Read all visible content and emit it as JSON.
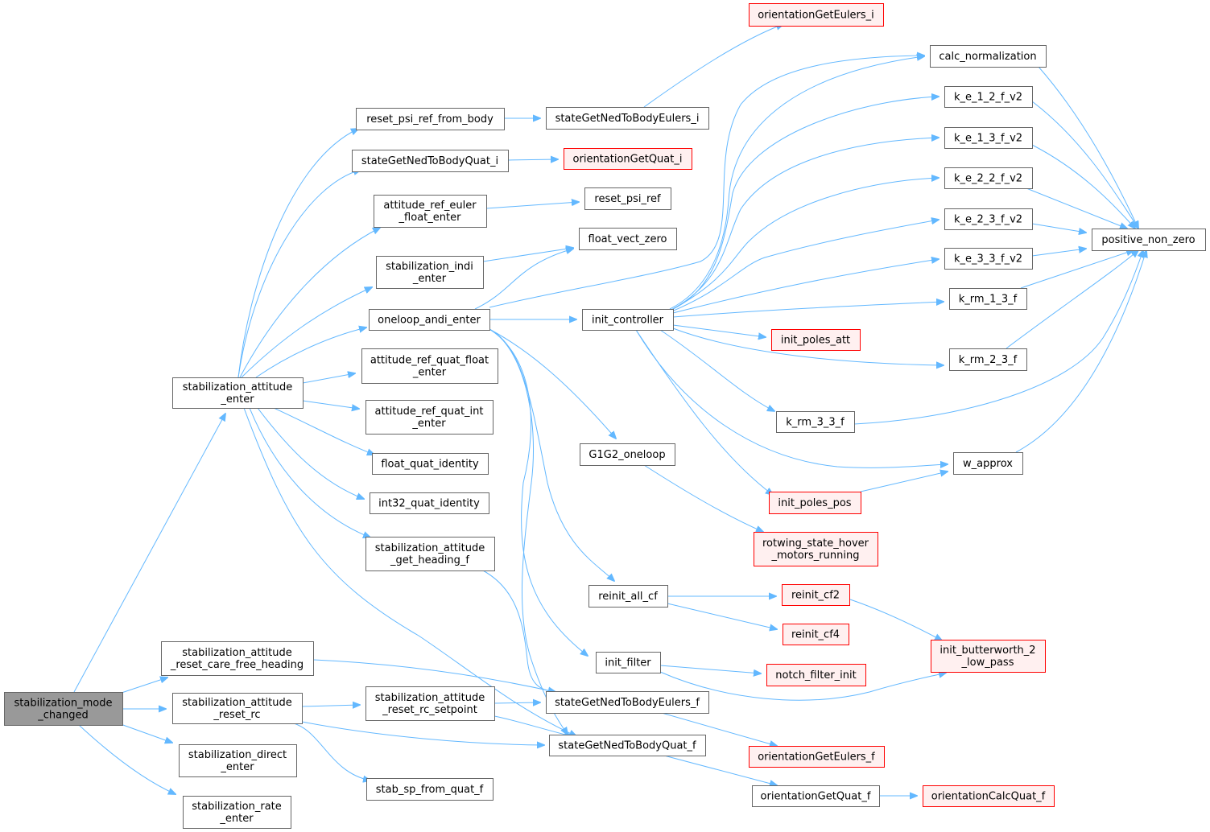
{
  "nodes": [
    {
      "id": "n0",
      "lines": [
        "stabilization_mode",
        "_changed"
      ],
      "style": "root"
    },
    {
      "id": "n1",
      "lines": [
        "stabilization_attitude",
        "_enter"
      ],
      "style": "normal"
    },
    {
      "id": "n2",
      "lines": [
        "stabilization_attitude",
        "_reset_care_free_heading"
      ],
      "style": "normal"
    },
    {
      "id": "n3",
      "lines": [
        "stabilization_attitude",
        "_reset_rc"
      ],
      "style": "normal"
    },
    {
      "id": "n4",
      "lines": [
        "stabilization_direct",
        "_enter"
      ],
      "style": "normal"
    },
    {
      "id": "n5",
      "lines": [
        "stabilization_rate",
        "_enter"
      ],
      "style": "normal"
    },
    {
      "id": "n6",
      "lines": [
        "reset_psi_ref_from_body"
      ],
      "style": "normal"
    },
    {
      "id": "n7",
      "lines": [
        "stateGetNedToBodyQuat_i"
      ],
      "style": "normal"
    },
    {
      "id": "n8",
      "lines": [
        "attitude_ref_euler",
        "_float_enter"
      ],
      "style": "normal"
    },
    {
      "id": "n9",
      "lines": [
        "stabilization_indi",
        "_enter"
      ],
      "style": "normal"
    },
    {
      "id": "n10",
      "lines": [
        "oneloop_andi_enter"
      ],
      "style": "normal"
    },
    {
      "id": "n11",
      "lines": [
        "attitude_ref_quat_float",
        "_enter"
      ],
      "style": "normal"
    },
    {
      "id": "n12",
      "lines": [
        "attitude_ref_quat_int",
        "_enter"
      ],
      "style": "normal"
    },
    {
      "id": "n13",
      "lines": [
        "float_quat_identity"
      ],
      "style": "normal"
    },
    {
      "id": "n14",
      "lines": [
        "int32_quat_identity"
      ],
      "style": "normal"
    },
    {
      "id": "n15",
      "lines": [
        "stabilization_attitude",
        "_get_heading_f"
      ],
      "style": "normal"
    },
    {
      "id": "n16",
      "lines": [
        "stateGetNedToBodyQuat_f"
      ],
      "style": "normal"
    },
    {
      "id": "n17",
      "lines": [
        "stateGetNedToBodyEulers_f"
      ],
      "style": "normal"
    },
    {
      "id": "n18",
      "lines": [
        "stabilization_attitude",
        "_reset_rc_setpoint"
      ],
      "style": "normal"
    },
    {
      "id": "n19",
      "lines": [
        "stab_sp_from_quat_f"
      ],
      "style": "normal"
    },
    {
      "id": "n20",
      "lines": [
        "stateGetNedToBodyEulers_i"
      ],
      "style": "normal"
    },
    {
      "id": "n21",
      "lines": [
        "orientationGetEulers_i"
      ],
      "style": "red"
    },
    {
      "id": "n22",
      "lines": [
        "orientationGetQuat_i"
      ],
      "style": "red"
    },
    {
      "id": "n23",
      "lines": [
        "reset_psi_ref"
      ],
      "style": "normal"
    },
    {
      "id": "n24",
      "lines": [
        "float_vect_zero"
      ],
      "style": "normal"
    },
    {
      "id": "n25",
      "lines": [
        "init_controller"
      ],
      "style": "normal"
    },
    {
      "id": "n26",
      "lines": [
        "G1G2_oneloop"
      ],
      "style": "normal"
    },
    {
      "id": "n27",
      "lines": [
        "reinit_all_cf"
      ],
      "style": "normal"
    },
    {
      "id": "n28",
      "lines": [
        "init_filter"
      ],
      "style": "normal"
    },
    {
      "id": "n29",
      "lines": [
        "calc_normalization"
      ],
      "style": "normal"
    },
    {
      "id": "n30",
      "lines": [
        "k_e_1_2_f_v2"
      ],
      "style": "normal"
    },
    {
      "id": "n31",
      "lines": [
        "k_e_1_3_f_v2"
      ],
      "style": "normal"
    },
    {
      "id": "n32",
      "lines": [
        "k_e_2_2_f_v2"
      ],
      "style": "normal"
    },
    {
      "id": "n33",
      "lines": [
        "k_e_2_3_f_v2"
      ],
      "style": "normal"
    },
    {
      "id": "n34",
      "lines": [
        "k_e_3_3_f_v2"
      ],
      "style": "normal"
    },
    {
      "id": "n35",
      "lines": [
        "k_rm_1_3_f"
      ],
      "style": "normal"
    },
    {
      "id": "n36",
      "lines": [
        "init_poles_att"
      ],
      "style": "red"
    },
    {
      "id": "n37",
      "lines": [
        "k_rm_2_3_f"
      ],
      "style": "normal"
    },
    {
      "id": "n38",
      "lines": [
        "k_rm_3_3_f"
      ],
      "style": "normal"
    },
    {
      "id": "n39",
      "lines": [
        "w_approx"
      ],
      "style": "normal"
    },
    {
      "id": "n40",
      "lines": [
        "init_poles_pos"
      ],
      "style": "red"
    },
    {
      "id": "n41",
      "lines": [
        "positive_non_zero"
      ],
      "style": "normal"
    },
    {
      "id": "n42",
      "lines": [
        "rotwing_state_hover",
        "_motors_running"
      ],
      "style": "red"
    },
    {
      "id": "n43",
      "lines": [
        "reinit_cf2"
      ],
      "style": "red"
    },
    {
      "id": "n44",
      "lines": [
        "reinit_cf4"
      ],
      "style": "red"
    },
    {
      "id": "n45",
      "lines": [
        "init_butterworth_2",
        "_low_pass"
      ],
      "style": "red"
    },
    {
      "id": "n46",
      "lines": [
        "notch_filter_init"
      ],
      "style": "red"
    },
    {
      "id": "n47",
      "lines": [
        "orientationGetEulers_f"
      ],
      "style": "red"
    },
    {
      "id": "n48",
      "lines": [
        "orientationGetQuat_f"
      ],
      "style": "normal"
    },
    {
      "id": "n49",
      "lines": [
        "orientationCalcQuat_f"
      ],
      "style": "red"
    }
  ],
  "colors": {
    "edge": "#63b8ff",
    "node_border": "#666666",
    "highlight_border": "#ff0000",
    "root_fill": "#999999"
  }
}
